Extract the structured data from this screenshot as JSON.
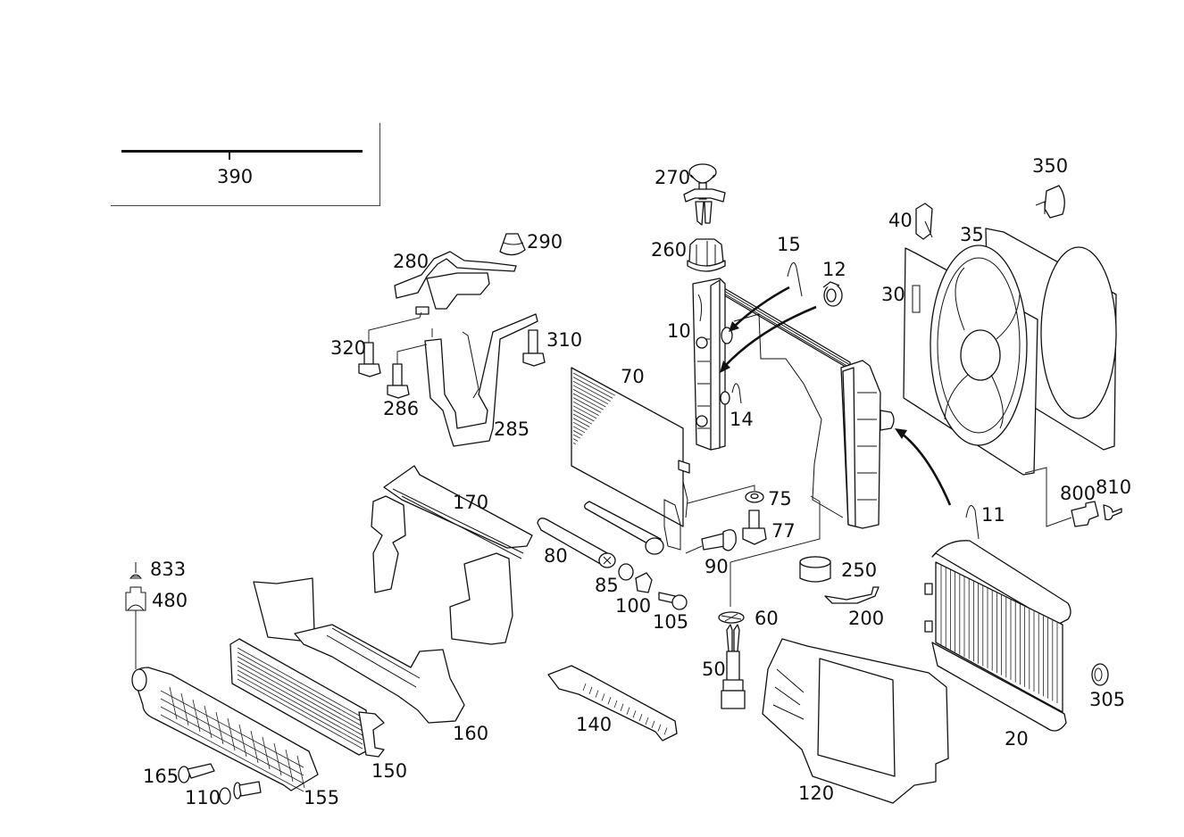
{
  "diagram": {
    "type": "exploded-parts-diagram",
    "subject": "Engine cooling system: radiator, condenser, fan shroud, intercooler, air ducts and fasteners",
    "inset": {
      "part_number": "390"
    },
    "parts": [
      {
        "id": "p390",
        "number": "390",
        "component": "strip (inset)"
      },
      {
        "id": "p270",
        "number": "270",
        "component": "expansion rivet / mount pin"
      },
      {
        "id": "p260",
        "number": "260",
        "component": "rubber mount"
      },
      {
        "id": "p280",
        "number": "280",
        "component": "upper bracket"
      },
      {
        "id": "p290",
        "number": "290",
        "component": "rubber buffer"
      },
      {
        "id": "p320",
        "number": "320",
        "component": "flange bolt"
      },
      {
        "id": "p310",
        "number": "310",
        "component": "flange bolt"
      },
      {
        "id": "p286",
        "number": "286",
        "component": "flange bolt"
      },
      {
        "id": "p285",
        "number": "285",
        "component": "support bracket"
      },
      {
        "id": "p15",
        "number": "15",
        "component": "retaining clip"
      },
      {
        "id": "p12",
        "number": "12",
        "component": "sealing plug"
      },
      {
        "id": "p10",
        "number": "10",
        "component": "radiator"
      },
      {
        "id": "p14",
        "number": "14",
        "component": "retaining clip"
      },
      {
        "id": "p70",
        "number": "70",
        "component": "A/C condenser"
      },
      {
        "id": "p350",
        "number": "350",
        "component": "clip"
      },
      {
        "id": "p40",
        "number": "40",
        "component": "clip"
      },
      {
        "id": "p35",
        "number": "35",
        "component": "fan shroud"
      },
      {
        "id": "p30",
        "number": "30",
        "component": "electric fan"
      },
      {
        "id": "p11",
        "number": "11",
        "component": "retaining clip"
      },
      {
        "id": "p800",
        "number": "800",
        "component": "connector housing"
      },
      {
        "id": "p810",
        "number": "810",
        "component": "connector plug"
      },
      {
        "id": "p75",
        "number": "75",
        "component": "washer"
      },
      {
        "id": "p77",
        "number": "77",
        "component": "flange bolt"
      },
      {
        "id": "p90",
        "number": "90",
        "component": "bolt"
      },
      {
        "id": "p80",
        "number": "80",
        "component": "receiver drier cartridge"
      },
      {
        "id": "p85",
        "number": "85",
        "component": "O-ring"
      },
      {
        "id": "p100",
        "number": "100",
        "component": "clamp"
      },
      {
        "id": "p105",
        "number": "105",
        "component": "torx screw"
      },
      {
        "id": "p250",
        "number": "250",
        "component": "cap"
      },
      {
        "id": "p200",
        "number": "200",
        "component": "bracket"
      },
      {
        "id": "p60",
        "number": "60",
        "component": "retainer"
      },
      {
        "id": "p50",
        "number": "50",
        "component": "drain plug"
      },
      {
        "id": "p170",
        "number": "170",
        "component": "upper air duct"
      },
      {
        "id": "p833",
        "number": "833",
        "component": "fastener"
      },
      {
        "id": "p480",
        "number": "480",
        "component": "connector"
      },
      {
        "id": "p160",
        "number": "160",
        "component": "lower air duct"
      },
      {
        "id": "p150",
        "number": "150",
        "component": "intercooler"
      },
      {
        "id": "p155",
        "number": "155",
        "component": "air guide grille"
      },
      {
        "id": "p165",
        "number": "165",
        "component": "expansion rivet"
      },
      {
        "id": "p110",
        "number": "110",
        "component": "expansion rivet"
      },
      {
        "id": "p140",
        "number": "140",
        "component": "air deflector"
      },
      {
        "id": "p120",
        "number": "120",
        "component": "air duct frame"
      },
      {
        "id": "p20",
        "number": "20",
        "component": "auxiliary cooler"
      },
      {
        "id": "p305",
        "number": "305",
        "component": "hose clamp"
      }
    ]
  },
  "labels": {
    "l390": "390",
    "l270": "270",
    "l260": "260",
    "l280": "280",
    "l290": "290",
    "l320": "320",
    "l310": "310",
    "l286": "286",
    "l285": "285",
    "l15": "15",
    "l12": "12",
    "l10": "10",
    "l14": "14",
    "l70": "70",
    "l350": "350",
    "l40": "40",
    "l35": "35",
    "l30": "30",
    "l11": "11",
    "l800": "800",
    "l810": "810",
    "l75": "75",
    "l77": "77",
    "l90": "90",
    "l80": "80",
    "l85": "85",
    "l100": "100",
    "l105": "105",
    "l250": "250",
    "l200": "200",
    "l60": "60",
    "l50": "50",
    "l170": "170",
    "l833": "833",
    "l480": "480",
    "l160": "160",
    "l150": "150",
    "l155": "155",
    "l165": "165",
    "l110": "110",
    "l140": "140",
    "l120": "120",
    "l20": "20",
    "l305": "305"
  }
}
